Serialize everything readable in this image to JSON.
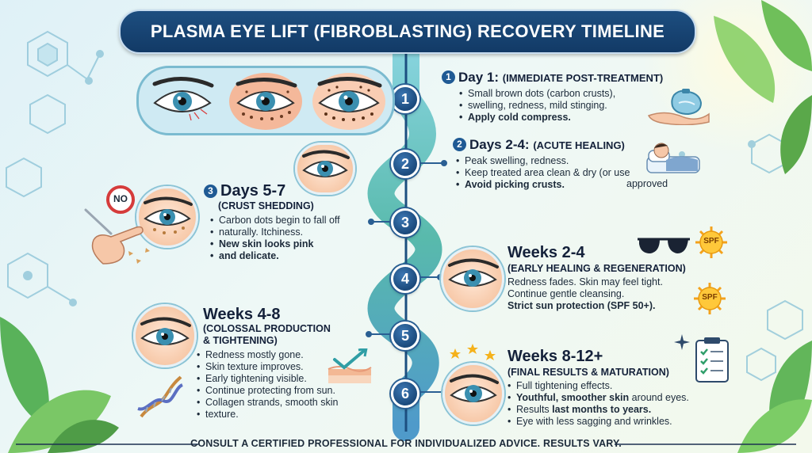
{
  "title": "PLASMA EYE LIFT (FIBROBLASTING) RECOVERY TIMELINE",
  "footer": "CONSULT A CERTIFIED PROFESSIONAL FOR INDIVIDUALIZED ADVICE. RESULTS VARY.",
  "nodes": [
    "1",
    "2",
    "3",
    "4",
    "5",
    "6"
  ],
  "stages": [
    {
      "num": "1",
      "head": "Day 1:",
      "sub": "(IMMEDIATE POST-TREATMENT)",
      "items": [
        "Small brown dots (carbon crusts),",
        "swelling, redness, mild stinging.",
        "Apply cold compress."
      ]
    },
    {
      "num": "2",
      "head": "Days 2-4:",
      "sub": "(ACUTE HEALING)",
      "items": [
        "Peak swelling, redness.",
        "Keep treated area clean & dry (or use",
        "approved",
        "Avoid picking crusts."
      ]
    },
    {
      "num": "3",
      "head": "Days 5-7",
      "sub": "(CRUST SHEDDING)",
      "items": [
        "Carbon dots begin to fall off",
        "naturally. Itchiness.",
        "New skin looks pink",
        "and delicate."
      ]
    },
    {
      "head": "Weeks 2-4",
      "sub": "(EARLY HEALING & REGENERATION)",
      "items": [
        "Redness fades. Skin may feel tight.",
        "Continue gentle cleansing.",
        "Strict sun protection (SPF 50+)."
      ]
    },
    {
      "head": "Weeks 4-8",
      "sub": "(COLOSSAL PRODUCTION",
      "sub2": "& TIGHTENING)",
      "items": [
        "Redness mostly gone.",
        "Skin texture improves.",
        "Early tightening visible.",
        "Continue protecting from sun.",
        "Collagen strands, smooth skin",
        "texture."
      ]
    },
    {
      "head": "Weeks 8-12+",
      "sub": "(FINAL RESULTS & MATURATION)",
      "items": [
        "Full tightening effects.",
        "Youthful, smoother skin",
        "around eyes.",
        "Results",
        "last months to years.",
        "Eye with less sagging and wrinkles."
      ]
    }
  ],
  "icons": {
    "no_sign": "NO",
    "spf": "SPF"
  },
  "colors": {
    "title_bg": "#123a66",
    "node": "#1b4a7c",
    "ribbon": "#4fb6c9",
    "skin": "#f7c9a9",
    "iris": "#3a8fb0"
  }
}
